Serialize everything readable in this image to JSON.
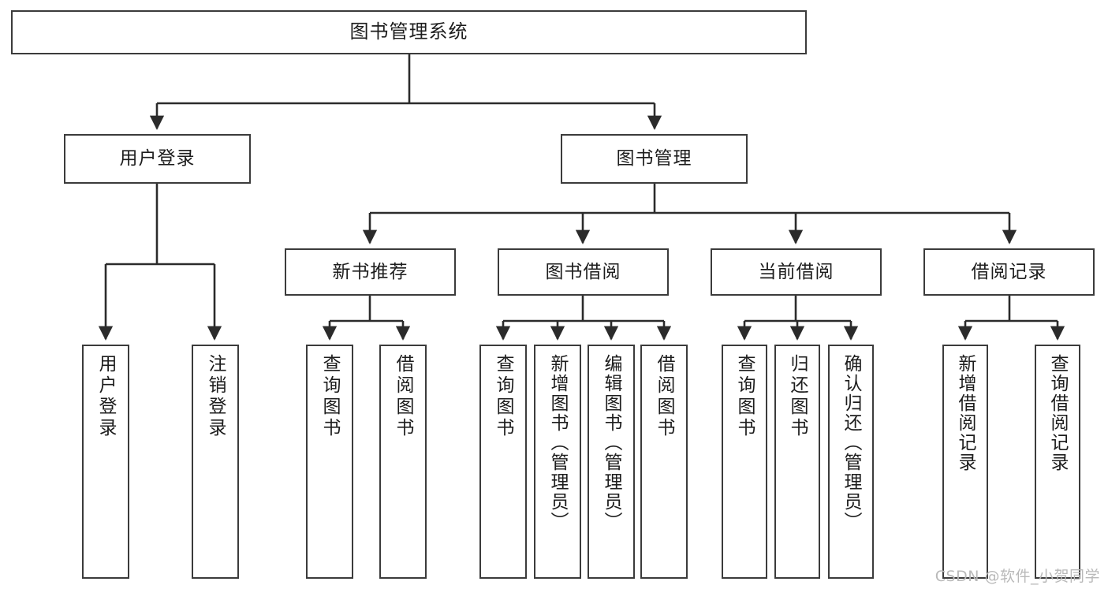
{
  "diagram": {
    "title": "图书管理系统",
    "type": "tree",
    "watermark": "CSDN @软件_小贺同学",
    "colors": {
      "box_border": "#3b3b3b",
      "box_fill": "#ffffff",
      "line": "#2b2b2b",
      "text": "#1d1d1d",
      "watermark": "#b9b9b9",
      "background": "#ffffff"
    },
    "root": {
      "label": "图书管理系统"
    },
    "level2": [
      {
        "label": "用户登录"
      },
      {
        "label": "图书管理"
      }
    ],
    "level3": [
      {
        "label": "新书推荐"
      },
      {
        "label": "图书借阅"
      },
      {
        "label": "当前借阅"
      },
      {
        "label": "借阅记录"
      }
    ],
    "leaves": {
      "user_login": [
        {
          "label": "用户登录"
        },
        {
          "label": "注销登录"
        }
      ],
      "new_book_recommend": [
        {
          "label": "查询图书"
        },
        {
          "label": "借阅图书"
        }
      ],
      "book_borrow": [
        {
          "label": "查询图书"
        },
        {
          "label": "新增图书（管理员）"
        },
        {
          "label": "编辑图书（管理员）"
        },
        {
          "label": "借阅图书"
        }
      ],
      "current_borrow": [
        {
          "label": "查询图书"
        },
        {
          "label": "归还图书"
        },
        {
          "label": "确认归还（管理员）"
        }
      ],
      "borrow_record": [
        {
          "label": "新增借阅记录"
        },
        {
          "label": "查询借阅记录"
        }
      ]
    }
  }
}
